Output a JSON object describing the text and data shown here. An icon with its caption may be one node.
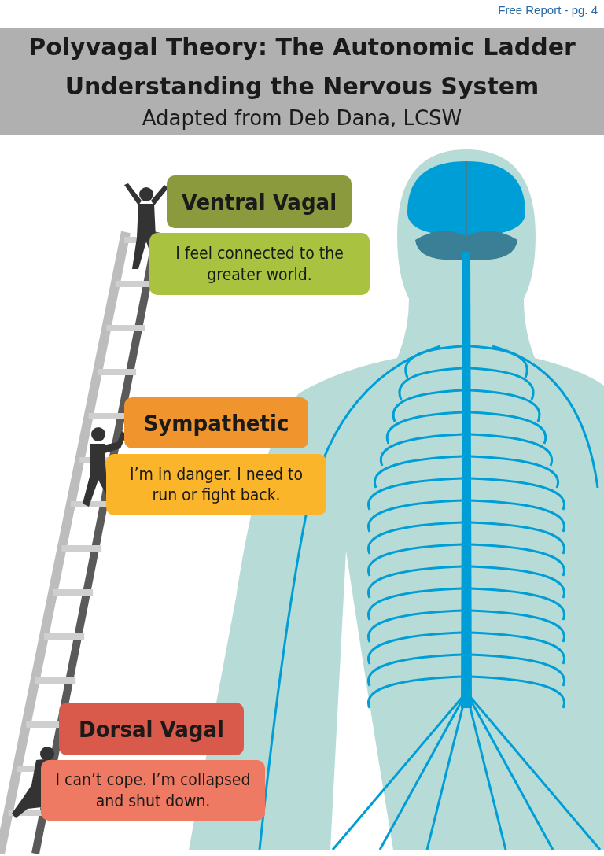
{
  "diagram": {
    "title": "Polyvagal Theory: The Autonomic Ladder",
    "nodes": [
      {
        "text": [
          "Ventral Vagal"
        ]
      },
      {
        "text": [
          "I feel connected to the greater world."
        ]
      },
      {
        "text": [
          "Sympathetic"
        ]
      },
      {
        "text": [
          "I’m in danger.  I need to run or fight back."
        ]
      },
      {
        "text": [
          "Dorsal Vagal"
        ]
      },
      {
        "text": [
          "I can’t cope.  I’m collapsed and shut down."
        ]
      }
    ],
    "labels": [
      "Free Report - pg. 4",
      "Understanding the Nervous System",
      "Adapted from Deb Dana, LCSW"
    ]
  }
}
